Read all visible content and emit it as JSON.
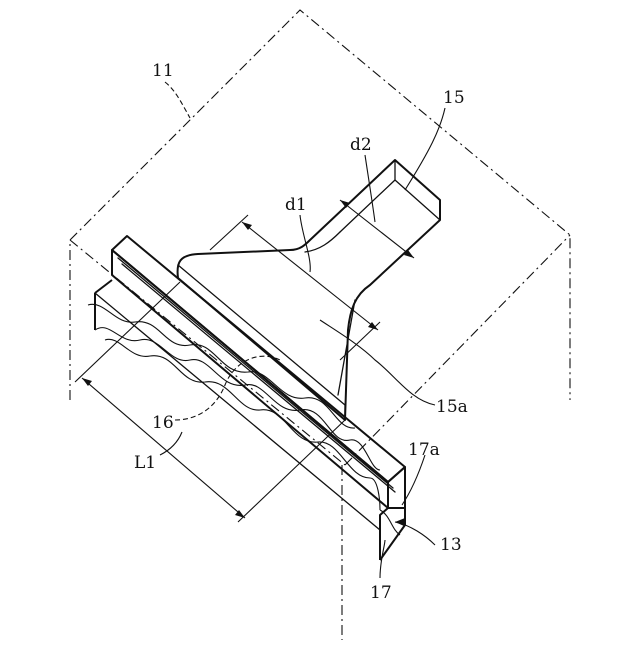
{
  "labels": {
    "l11": "11",
    "l15": "15",
    "d2": "d2",
    "d1": "d1",
    "l16": "16",
    "l15a": "15a",
    "l17a": "17a",
    "L1": "L1",
    "l13": "13",
    "l17": "17"
  }
}
